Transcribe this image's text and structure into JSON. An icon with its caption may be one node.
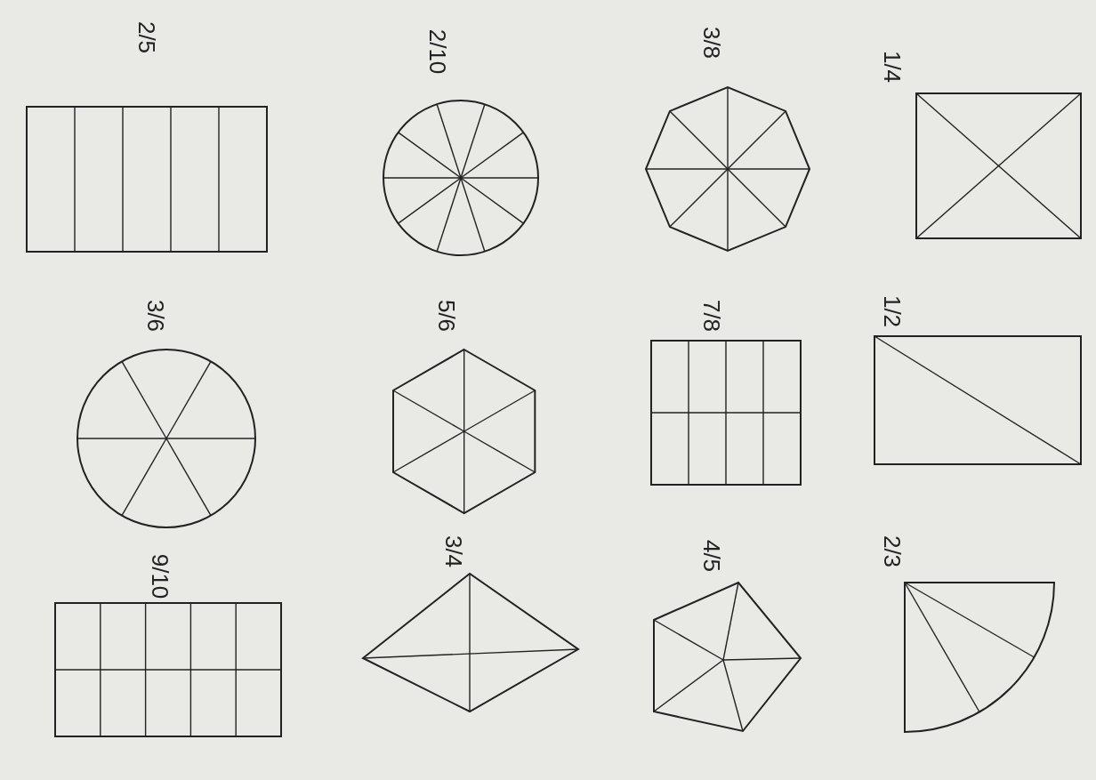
{
  "diagram": {
    "nodes": [
      {
        "text": [],
        "shape": "square",
        "beside": [
          "1/4"
        ]
      },
      {
        "text": [],
        "shape": "rectangle",
        "beside": [
          "1/2"
        ]
      },
      {
        "text": [],
        "shape": "sector",
        "beside": [
          "2/3"
        ]
      },
      {
        "text": [],
        "shape": "octagon",
        "beside": [
          "3/8"
        ]
      },
      {
        "text": [],
        "shape": "grid",
        "beside": [
          "7/8"
        ]
      },
      {
        "text": [],
        "shape": "pentagon",
        "beside": [
          "4/5"
        ]
      },
      {
        "text": [],
        "shape": "circle",
        "beside": [
          "2/10"
        ]
      },
      {
        "text": [],
        "shape": "hexagon",
        "beside": [
          "5/6"
        ]
      },
      {
        "text": [],
        "shape": "rhombus",
        "beside": [
          "3/4"
        ]
      },
      {
        "text": [],
        "shape": "grid",
        "beside": [
          "2/5"
        ]
      },
      {
        "text": [],
        "shape": "circle",
        "beside": [
          "3/6"
        ]
      },
      {
        "text": [],
        "shape": "grid",
        "beside": [
          "9/10"
        ]
      }
    ]
  }
}
